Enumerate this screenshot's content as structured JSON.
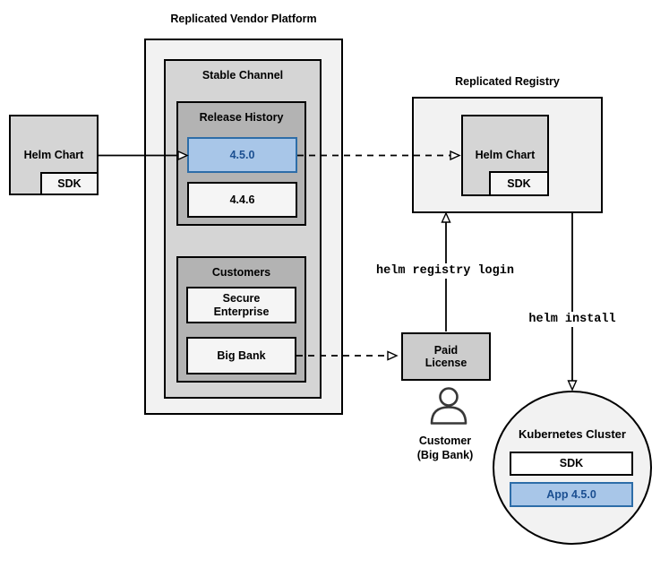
{
  "vendor_platform": {
    "title": "Replicated Vendor Platform",
    "stable_channel": {
      "label": "Stable Channel",
      "release_history": {
        "label": "Release History",
        "versions": [
          {
            "label": "4.5.0",
            "highlighted": true
          },
          {
            "label": "4.4.6",
            "highlighted": false
          }
        ]
      },
      "customers": {
        "label": "Customers",
        "items": [
          {
            "label": "Secure Enterprise"
          },
          {
            "label": "Big Bank"
          }
        ]
      }
    }
  },
  "source_chart": {
    "label": "Helm Chart",
    "sdk": "SDK"
  },
  "registry": {
    "title": "Replicated Registry",
    "chart": {
      "label": "Helm Chart",
      "sdk": "SDK"
    }
  },
  "paid_license": {
    "label": "Paid License"
  },
  "customer_actor": {
    "line1": "Customer",
    "line2": "(Big Bank)"
  },
  "commands": {
    "login": "helm registry login",
    "install": "helm install"
  },
  "cluster": {
    "title": "Kubernetes Cluster",
    "sdk": "SDK",
    "app": "App 4.5.0"
  },
  "colors": {
    "highlight_fill": "#a8c6e8",
    "highlight_border": "#2d6da8",
    "highlight_text": "#1b4f91",
    "container_fill": "#f2f2f2",
    "panel_fill": "#d5d5d5",
    "group_fill": "#b3b3b3",
    "button_fill": "#cccccc",
    "line_color": "#000000"
  }
}
